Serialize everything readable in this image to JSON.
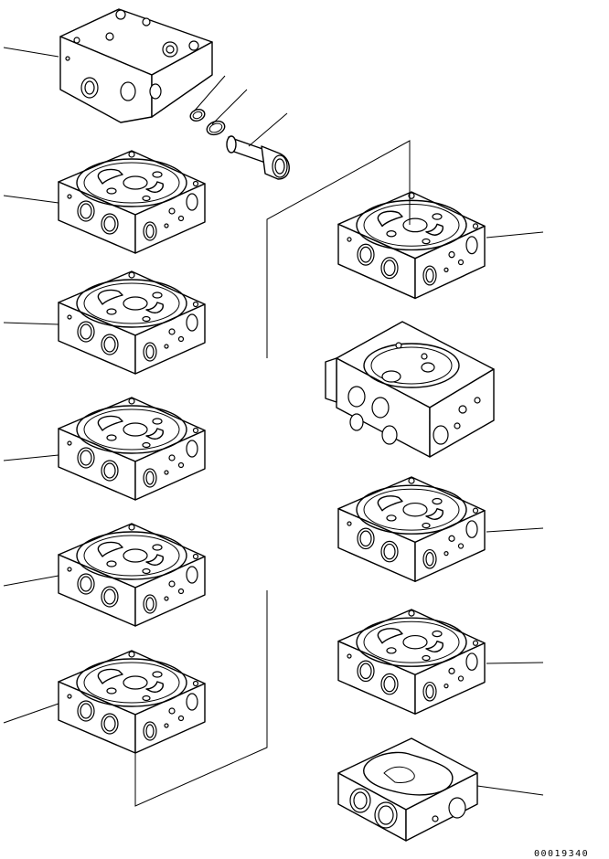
{
  "figure": {
    "drawing_code": "00019340",
    "ink_color": "#000000",
    "paper_color": "#ffffff"
  },
  "parts": [
    {
      "id": "end-cover-top"
    },
    {
      "id": "o-ring-1"
    },
    {
      "id": "o-ring-2"
    },
    {
      "id": "spool-plug"
    },
    {
      "id": "valve-section-left-1"
    },
    {
      "id": "valve-section-left-2"
    },
    {
      "id": "valve-section-left-3"
    },
    {
      "id": "valve-section-left-4"
    },
    {
      "id": "valve-section-left-5"
    },
    {
      "id": "valve-section-right-1"
    },
    {
      "id": "valve-section-right-2-large"
    },
    {
      "id": "valve-section-right-3"
    },
    {
      "id": "valve-section-right-4"
    },
    {
      "id": "end-cover-bottom"
    }
  ]
}
